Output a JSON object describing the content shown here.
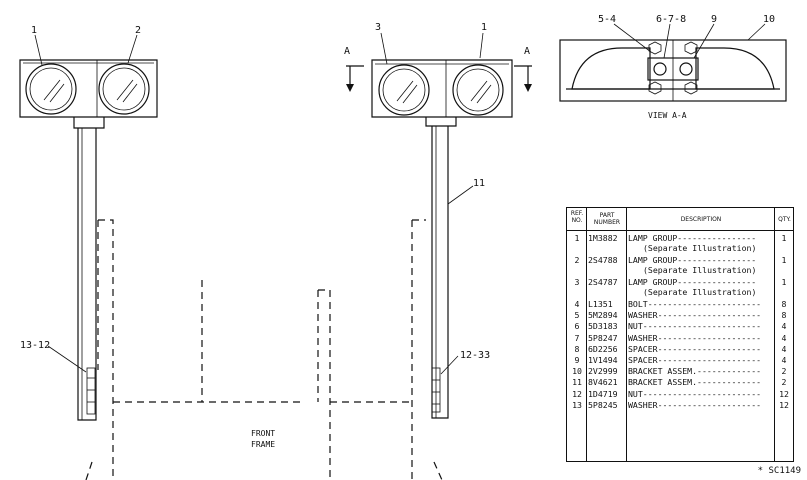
{
  "callouts": {
    "c1_left": "1",
    "c2": "2",
    "c3": "3",
    "c1_right": "1",
    "c11": "11",
    "c13_12": "13-12",
    "c12_33": "12-33",
    "c5_4": "5-4",
    "c6_7_8": "6-7-8",
    "c9": "9",
    "c10": "10",
    "section_a_left": "A",
    "section_a_right": "A"
  },
  "view_label": "VIEW A-A",
  "frame_label_line1": "FRONT",
  "frame_label_line2": "FRAME",
  "parts_table": {
    "headers": {
      "ref": "REF. NO.",
      "part": "PART NUMBER",
      "desc": "DESCRIPTION",
      "qty": "QTY."
    },
    "rows": [
      {
        "ref": "1",
        "part": "1M3882",
        "desc": "LAMP GROUP----------------",
        "sub": "(Separate Illustration)",
        "qty": "1"
      },
      {
        "ref": "2",
        "part": "2S4788",
        "desc": "LAMP GROUP----------------",
        "sub": "(Separate Illustration)",
        "qty": "1"
      },
      {
        "ref": "3",
        "part": "2S4787",
        "desc": "LAMP GROUP----------------",
        "sub": "(Separate Illustration)",
        "qty": "1"
      },
      {
        "ref": "4",
        "part": "L1351",
        "desc": "BOLT-----------------------",
        "sub": "",
        "qty": "8"
      },
      {
        "ref": "5",
        "part": "5M2894",
        "desc": "WASHER---------------------",
        "sub": "",
        "qty": "8"
      },
      {
        "ref": "6",
        "part": "5D3183",
        "desc": "NUT------------------------",
        "sub": "",
        "qty": "4"
      },
      {
        "ref": "7",
        "part": "5P8247",
        "desc": "WASHER---------------------",
        "sub": "",
        "qty": "4"
      },
      {
        "ref": "8",
        "part": "6D2256",
        "desc": "SPACER---------------------",
        "sub": "",
        "qty": "4"
      },
      {
        "ref": "9",
        "part": "1V1494",
        "desc": "SPACER---------------------",
        "sub": "",
        "qty": "4"
      },
      {
        "ref": "10",
        "part": "2V2999",
        "desc": "BRACKET ASSEM.-------------",
        "sub": "",
        "qty": "2"
      },
      {
        "ref": "11",
        "part": "8V4621",
        "desc": "BRACKET ASSEM.-------------",
        "sub": "",
        "qty": "2"
      },
      {
        "ref": "12",
        "part": "1D4719",
        "desc": "NUT------------------------",
        "sub": "",
        "qty": "12"
      },
      {
        "ref": "13",
        "part": "5P8245",
        "desc": "WASHER---------------------",
        "sub": "",
        "qty": "12"
      }
    ]
  },
  "doc_number": "* SC1149"
}
